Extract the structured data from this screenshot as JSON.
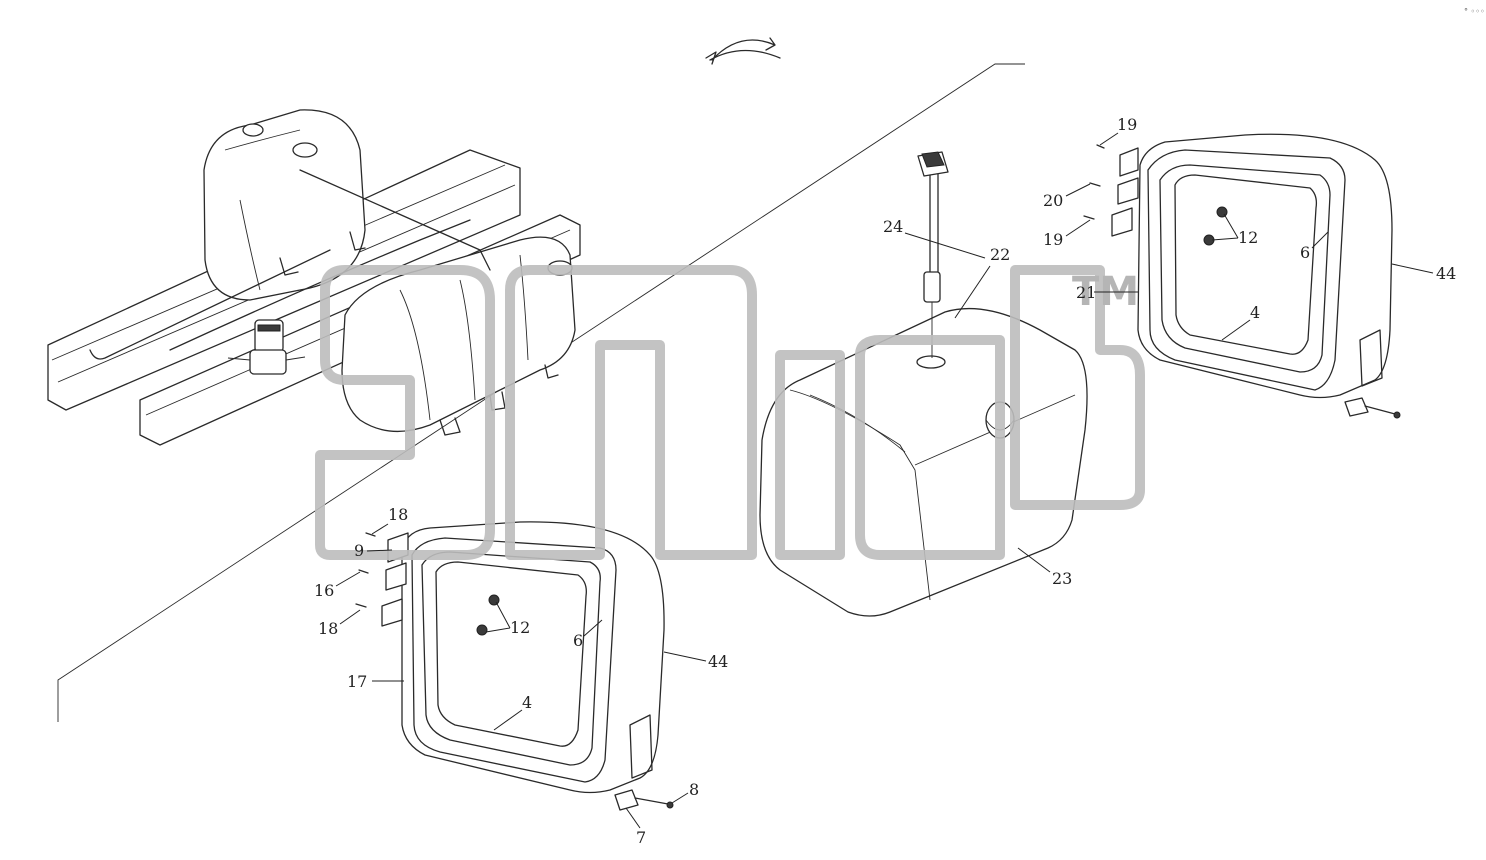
{
  "watermark": {
    "trademark": "TM"
  },
  "callouts": {
    "right_assembly": {
      "c19a": "19",
      "c20": "20",
      "c19b": "19",
      "c21": "21",
      "c12": "12",
      "c6": "6",
      "c44": "44",
      "c4": "4"
    },
    "center_tank": {
      "c24": "24",
      "c22": "22",
      "c23": "23"
    },
    "left_assembly": {
      "c18a": "18",
      "c9": "9",
      "c16": "16",
      "c18b": "18",
      "c17": "17",
      "c12": "12",
      "c6": "6",
      "c44": "44",
      "c4": "4",
      "c8": "8",
      "c7": "7"
    }
  },
  "icons": {
    "view_direction": "rotate-arrow-icon"
  },
  "colors": {
    "line": "#2a2a2a",
    "watermark": "#bdbdbd",
    "background": "#ffffff"
  }
}
